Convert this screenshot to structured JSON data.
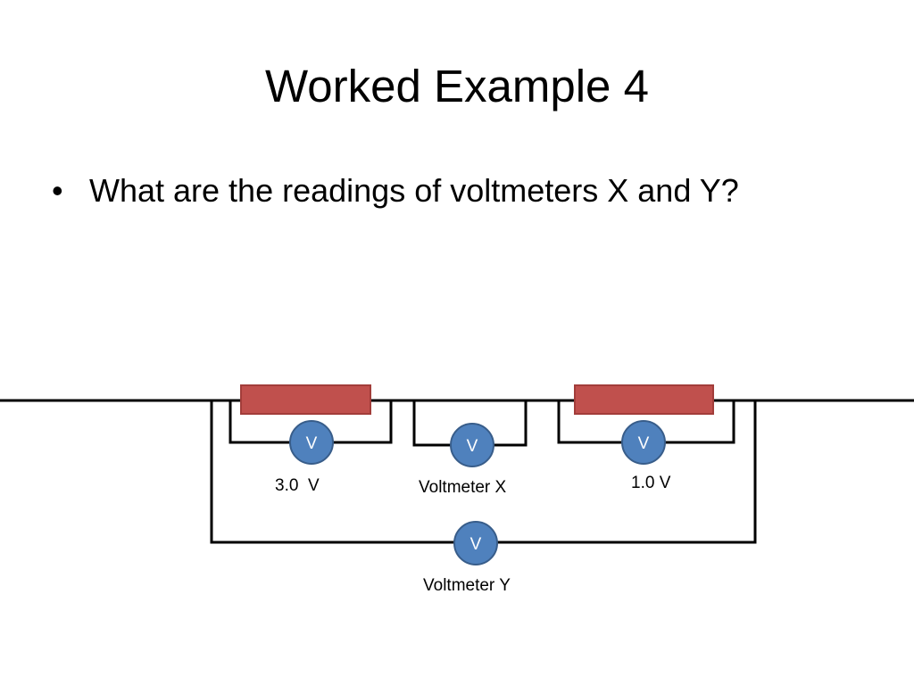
{
  "slide": {
    "title": "Worked Example 4",
    "bullet": "What are the readings of voltmeters X and Y?"
  },
  "circuit": {
    "meter_symbol": "V",
    "labels": {
      "meter_left": "3.0  V",
      "meter_x": "Voltmeter X",
      "meter_right": "1.0 V",
      "meter_y": "Voltmeter Y"
    }
  },
  "colors": {
    "resistor_fill": "#c0504d",
    "resistor_stroke": "#a23d3a",
    "meter_fill": "#4f81bd",
    "meter_stroke": "#385d8a",
    "wire": "#000000"
  }
}
